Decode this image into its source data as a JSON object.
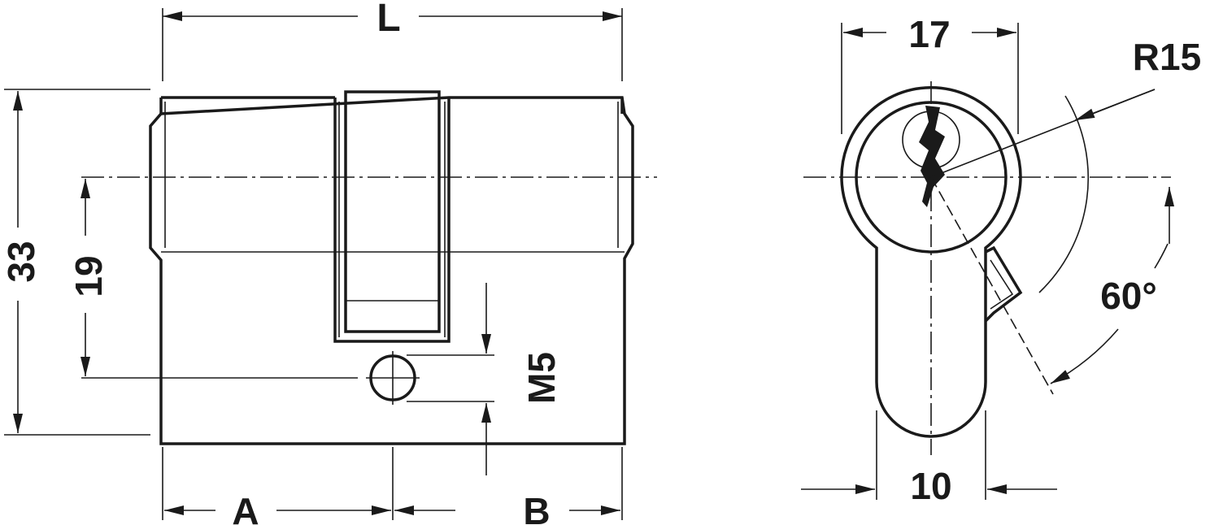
{
  "dimensions": {
    "length": "L",
    "height": "33",
    "center_offset": "19",
    "screw": "M5",
    "part_a": "A",
    "part_b": "B",
    "width": "17",
    "radius": "R15",
    "angle": "60°",
    "profile_width": "10"
  }
}
